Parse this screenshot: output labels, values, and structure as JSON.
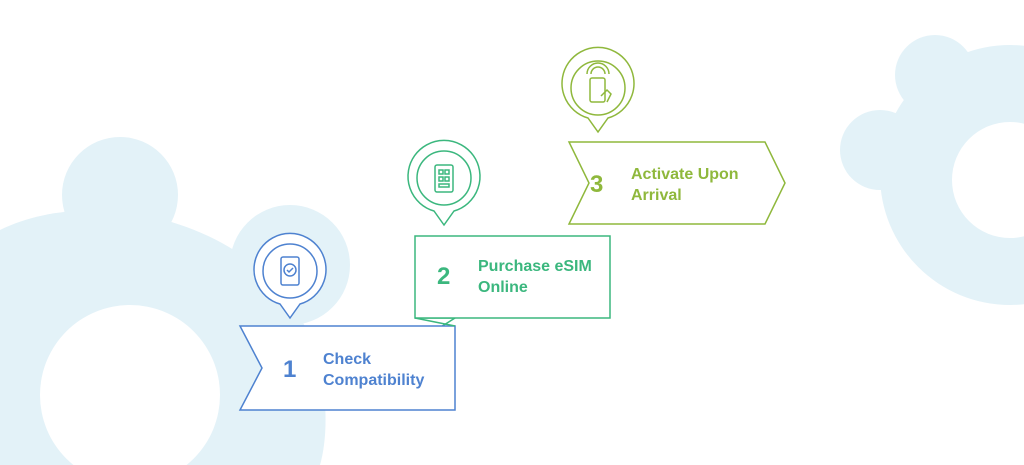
{
  "colors": {
    "step1": "#4e82d0",
    "step2": "#3bb77e",
    "step3": "#8fb83c",
    "background_blob": "#e3f2f8"
  },
  "steps": [
    {
      "number": "1",
      "label_line1": "Check",
      "label_line2": "Compatibility",
      "icon": "phone-checkmark-icon"
    },
    {
      "number": "2",
      "label_line1": "Purchase eSIM",
      "label_line2": "Online",
      "icon": "phone-qr-code-icon"
    },
    {
      "number": "3",
      "label_line1": "Activate Upon",
      "label_line2": "Arrival",
      "icon": "phone-tap-signal-icon"
    }
  ]
}
